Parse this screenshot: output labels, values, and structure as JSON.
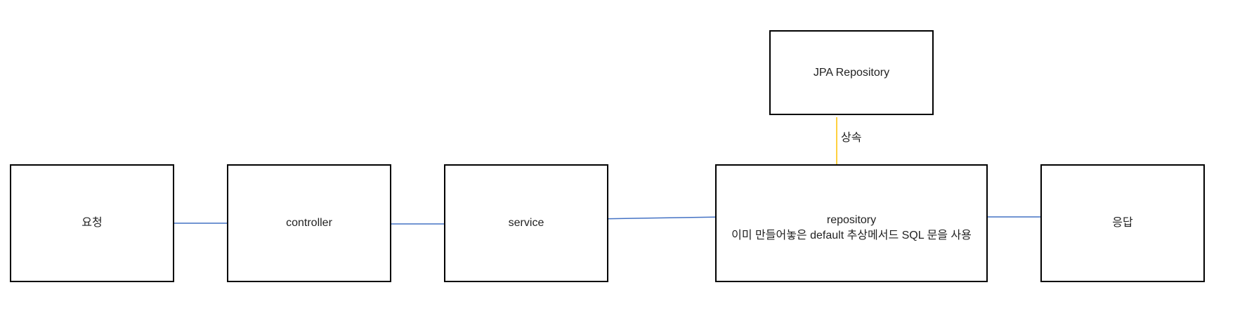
{
  "nodes": {
    "request": {
      "label": "요청"
    },
    "controller": {
      "label": "controller"
    },
    "service": {
      "label": "service"
    },
    "repository": {
      "label": "repository",
      "note": "이미 만들어놓은 default 추상메서드 SQL 문을 사용"
    },
    "jpa_repository": {
      "label": "JPA Repository"
    },
    "response": {
      "label": "응답"
    }
  },
  "edges": {
    "inherit_label": "상속"
  },
  "colors": {
    "flow_arrow": "#4472C4",
    "inherit_arrow": "#FFC000",
    "box_border": "#000000"
  }
}
